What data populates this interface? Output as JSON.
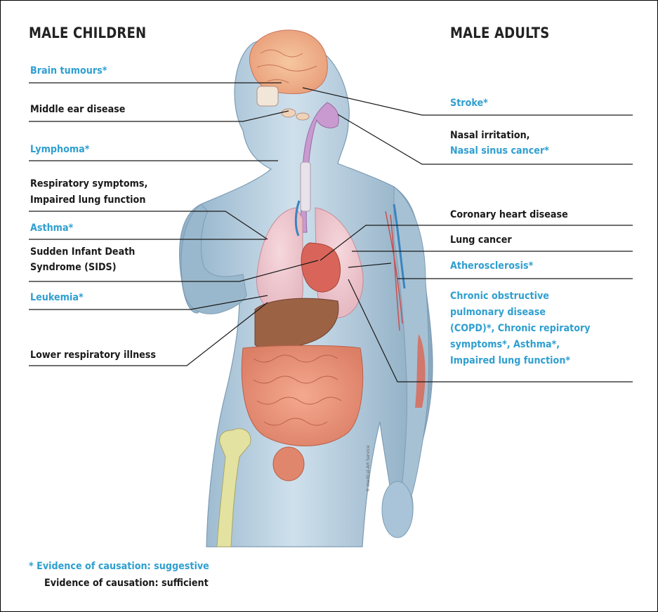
{
  "headings": {
    "left": "MALE CHILDREN",
    "right": "MALE ADULTS"
  },
  "left_labels": {
    "brain_tumours": "Brain tumours*",
    "middle_ear": "Middle ear disease",
    "lymphoma": "Lymphoma*",
    "respiratory_1": "Respiratory symptoms,",
    "respiratory_2": "Impaired lung function",
    "asthma": "Asthma*",
    "sids_1": "Sudden Infant Death",
    "sids_2": "Syndrome (SIDS)",
    "leukemia": "Leukemia*",
    "lower_resp": "Lower respiratory illness"
  },
  "right_labels": {
    "stroke": "Stroke*",
    "nasal_1": "Nasal irritation,",
    "nasal_2": "Nasal sinus cancer*",
    "coronary": "Coronary heart disease",
    "lung_cancer": "Lung cancer",
    "atherosclerosis": "Atherosclerosis*",
    "copd_1": "Chronic obstructive",
    "copd_2": "pulmonary disease",
    "copd_3": "(COPD)*, Chronic repiratory",
    "copd_4": "symptoms*, Asthma*,",
    "copd_5": "Impaired lung function*"
  },
  "legend": {
    "suggestive": "* Evidence of causation: suggestive",
    "sufficient": "Evidence of causation: sufficient"
  },
  "credit": "© medical-Art Service",
  "colors": {
    "suggestive": "#2f9fd0",
    "sufficient": "#1a1a1a",
    "body": "#a9c4d8",
    "organs": "#e8907a"
  }
}
